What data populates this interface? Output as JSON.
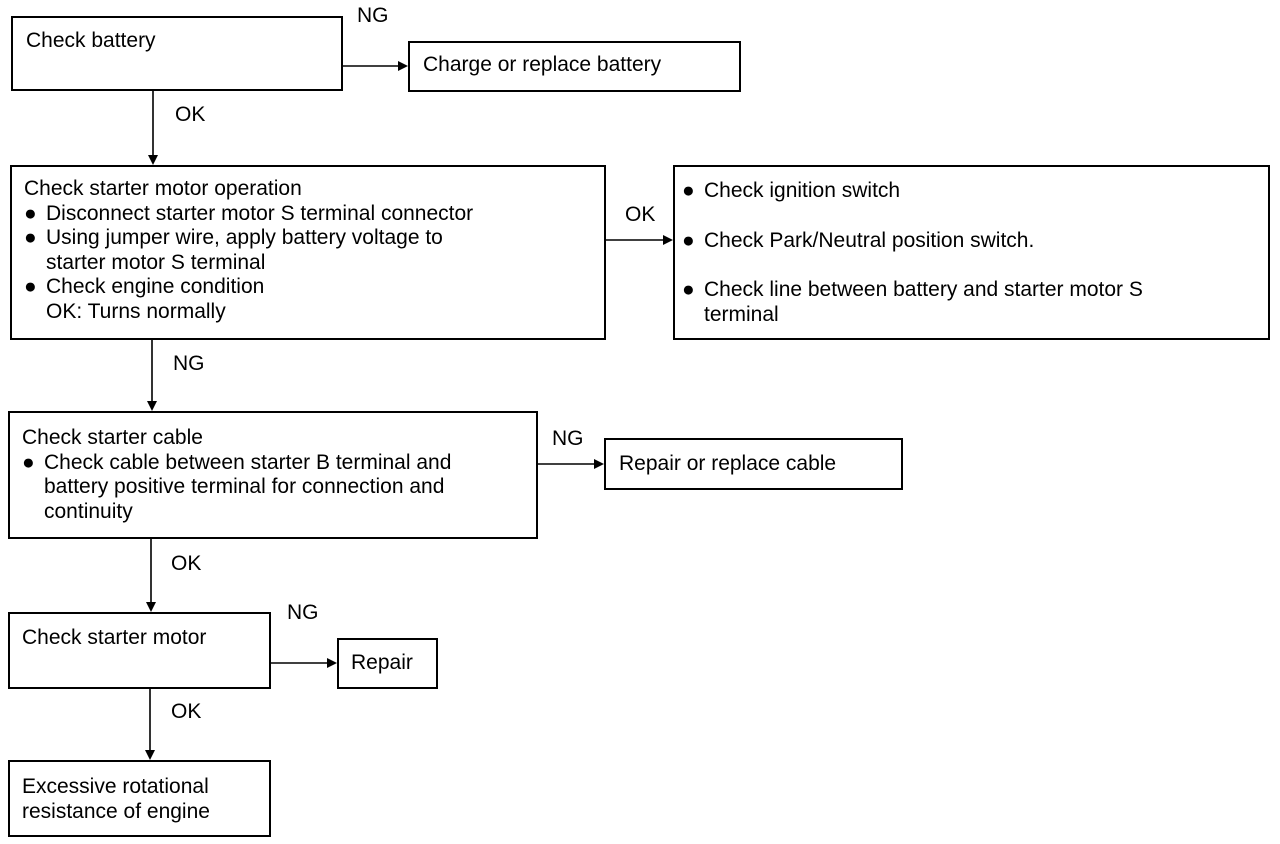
{
  "boxes": {
    "check_battery": "Check battery",
    "charge_battery": "Charge or replace battery",
    "starter_op": {
      "title": "Check starter motor operation",
      "b1": "Disconnect starter motor S terminal connector",
      "b2_l1": "Using jumper wire, apply battery voltage to",
      "b2_l2": "starter motor S terminal",
      "b3": "Check engine condition",
      "b3_sub": "OK: Turns normally"
    },
    "checks": {
      "b1": "Check ignition switch",
      "b2": "Check Park/Neutral position switch.",
      "b3_l1": "Check line between battery and starter motor S",
      "b3_l2": "terminal"
    },
    "starter_cable": {
      "title": "Check starter cable",
      "b1_l1": "Check cable between starter B terminal and",
      "b1_l2": "battery positive terminal for connection and",
      "b1_l3": "continuity"
    },
    "repair_cable": "Repair or replace cable",
    "starter_motor": "Check starter motor",
    "repair": "Repair",
    "excessive": {
      "l1": "Excessive rotational",
      "l2": "resistance of engine"
    }
  },
  "labels": {
    "ng1": "NG",
    "ok1": "OK",
    "ok2": "OK",
    "ng2": "NG",
    "ng3": "NG",
    "ok3": "OK",
    "ng4": "NG",
    "ok4": "OK"
  },
  "bullet": "●"
}
